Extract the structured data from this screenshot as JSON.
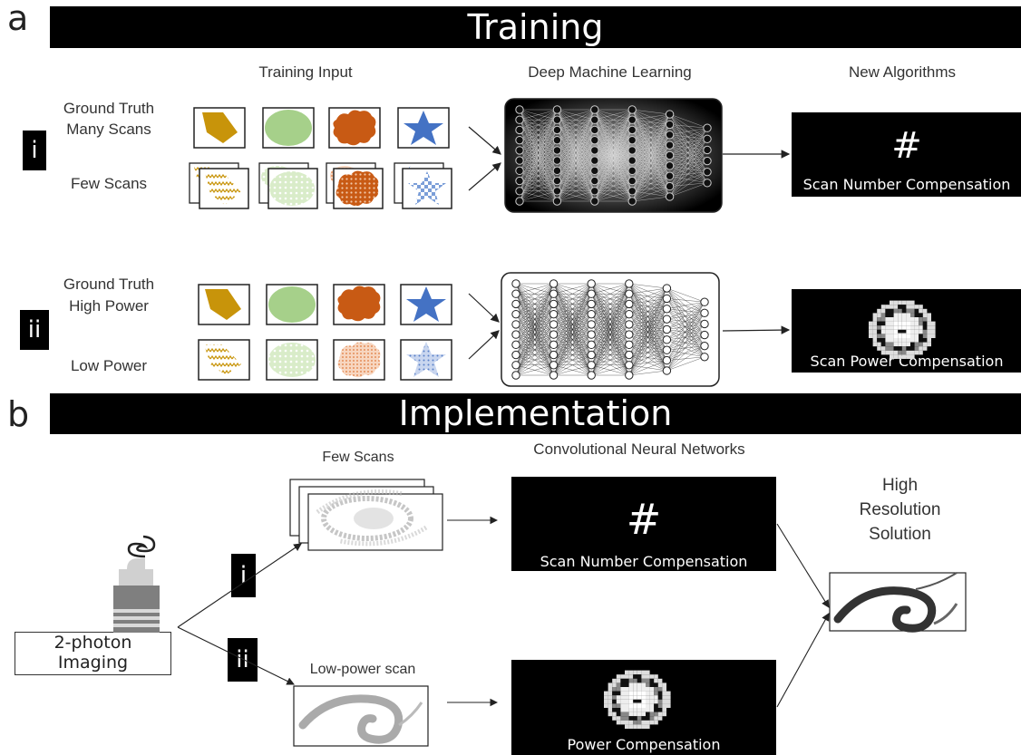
{
  "panel_a": {
    "letter": "a",
    "banner": "Training",
    "column_headers": {
      "input": "Training Input",
      "learning": "Deep Machine Learning",
      "algorithms": "New Algorithms"
    },
    "row_i": {
      "roman": "i",
      "truth_label_line1": "Ground Truth",
      "truth_label_line2": "Many Scans",
      "degraded_label": "Few Scans",
      "output_symbol": "#",
      "output_label": "Scan Number Compensation"
    },
    "row_ii": {
      "roman": "ii",
      "truth_label_line1": "Ground Truth",
      "truth_label_line2": "High Power",
      "degraded_label": "Low Power",
      "output_label": "Scan Power Compensation"
    }
  },
  "panel_b": {
    "letter": "b",
    "banner": "Implementation",
    "cnn_header": "Convolutional Neural Networks",
    "few_scans_label": "Few Scans",
    "low_power_label": "Low-power  scan",
    "imaging_line1": "2-photon",
    "imaging_line2": "Imaging",
    "roman_i": "i",
    "roman_ii": "ii",
    "scan_number_box": {
      "symbol": "#",
      "label": "Scan Number Compensation"
    },
    "power_box": {
      "label": "Power Compensation"
    },
    "result_line1": "High",
    "result_line2": "Resolution",
    "result_line3": "Solution"
  },
  "colors": {
    "pentagon": "#c8940a",
    "ellipse": "#a6d08a",
    "cloud": "#c85a14",
    "star": "#4472c4"
  }
}
